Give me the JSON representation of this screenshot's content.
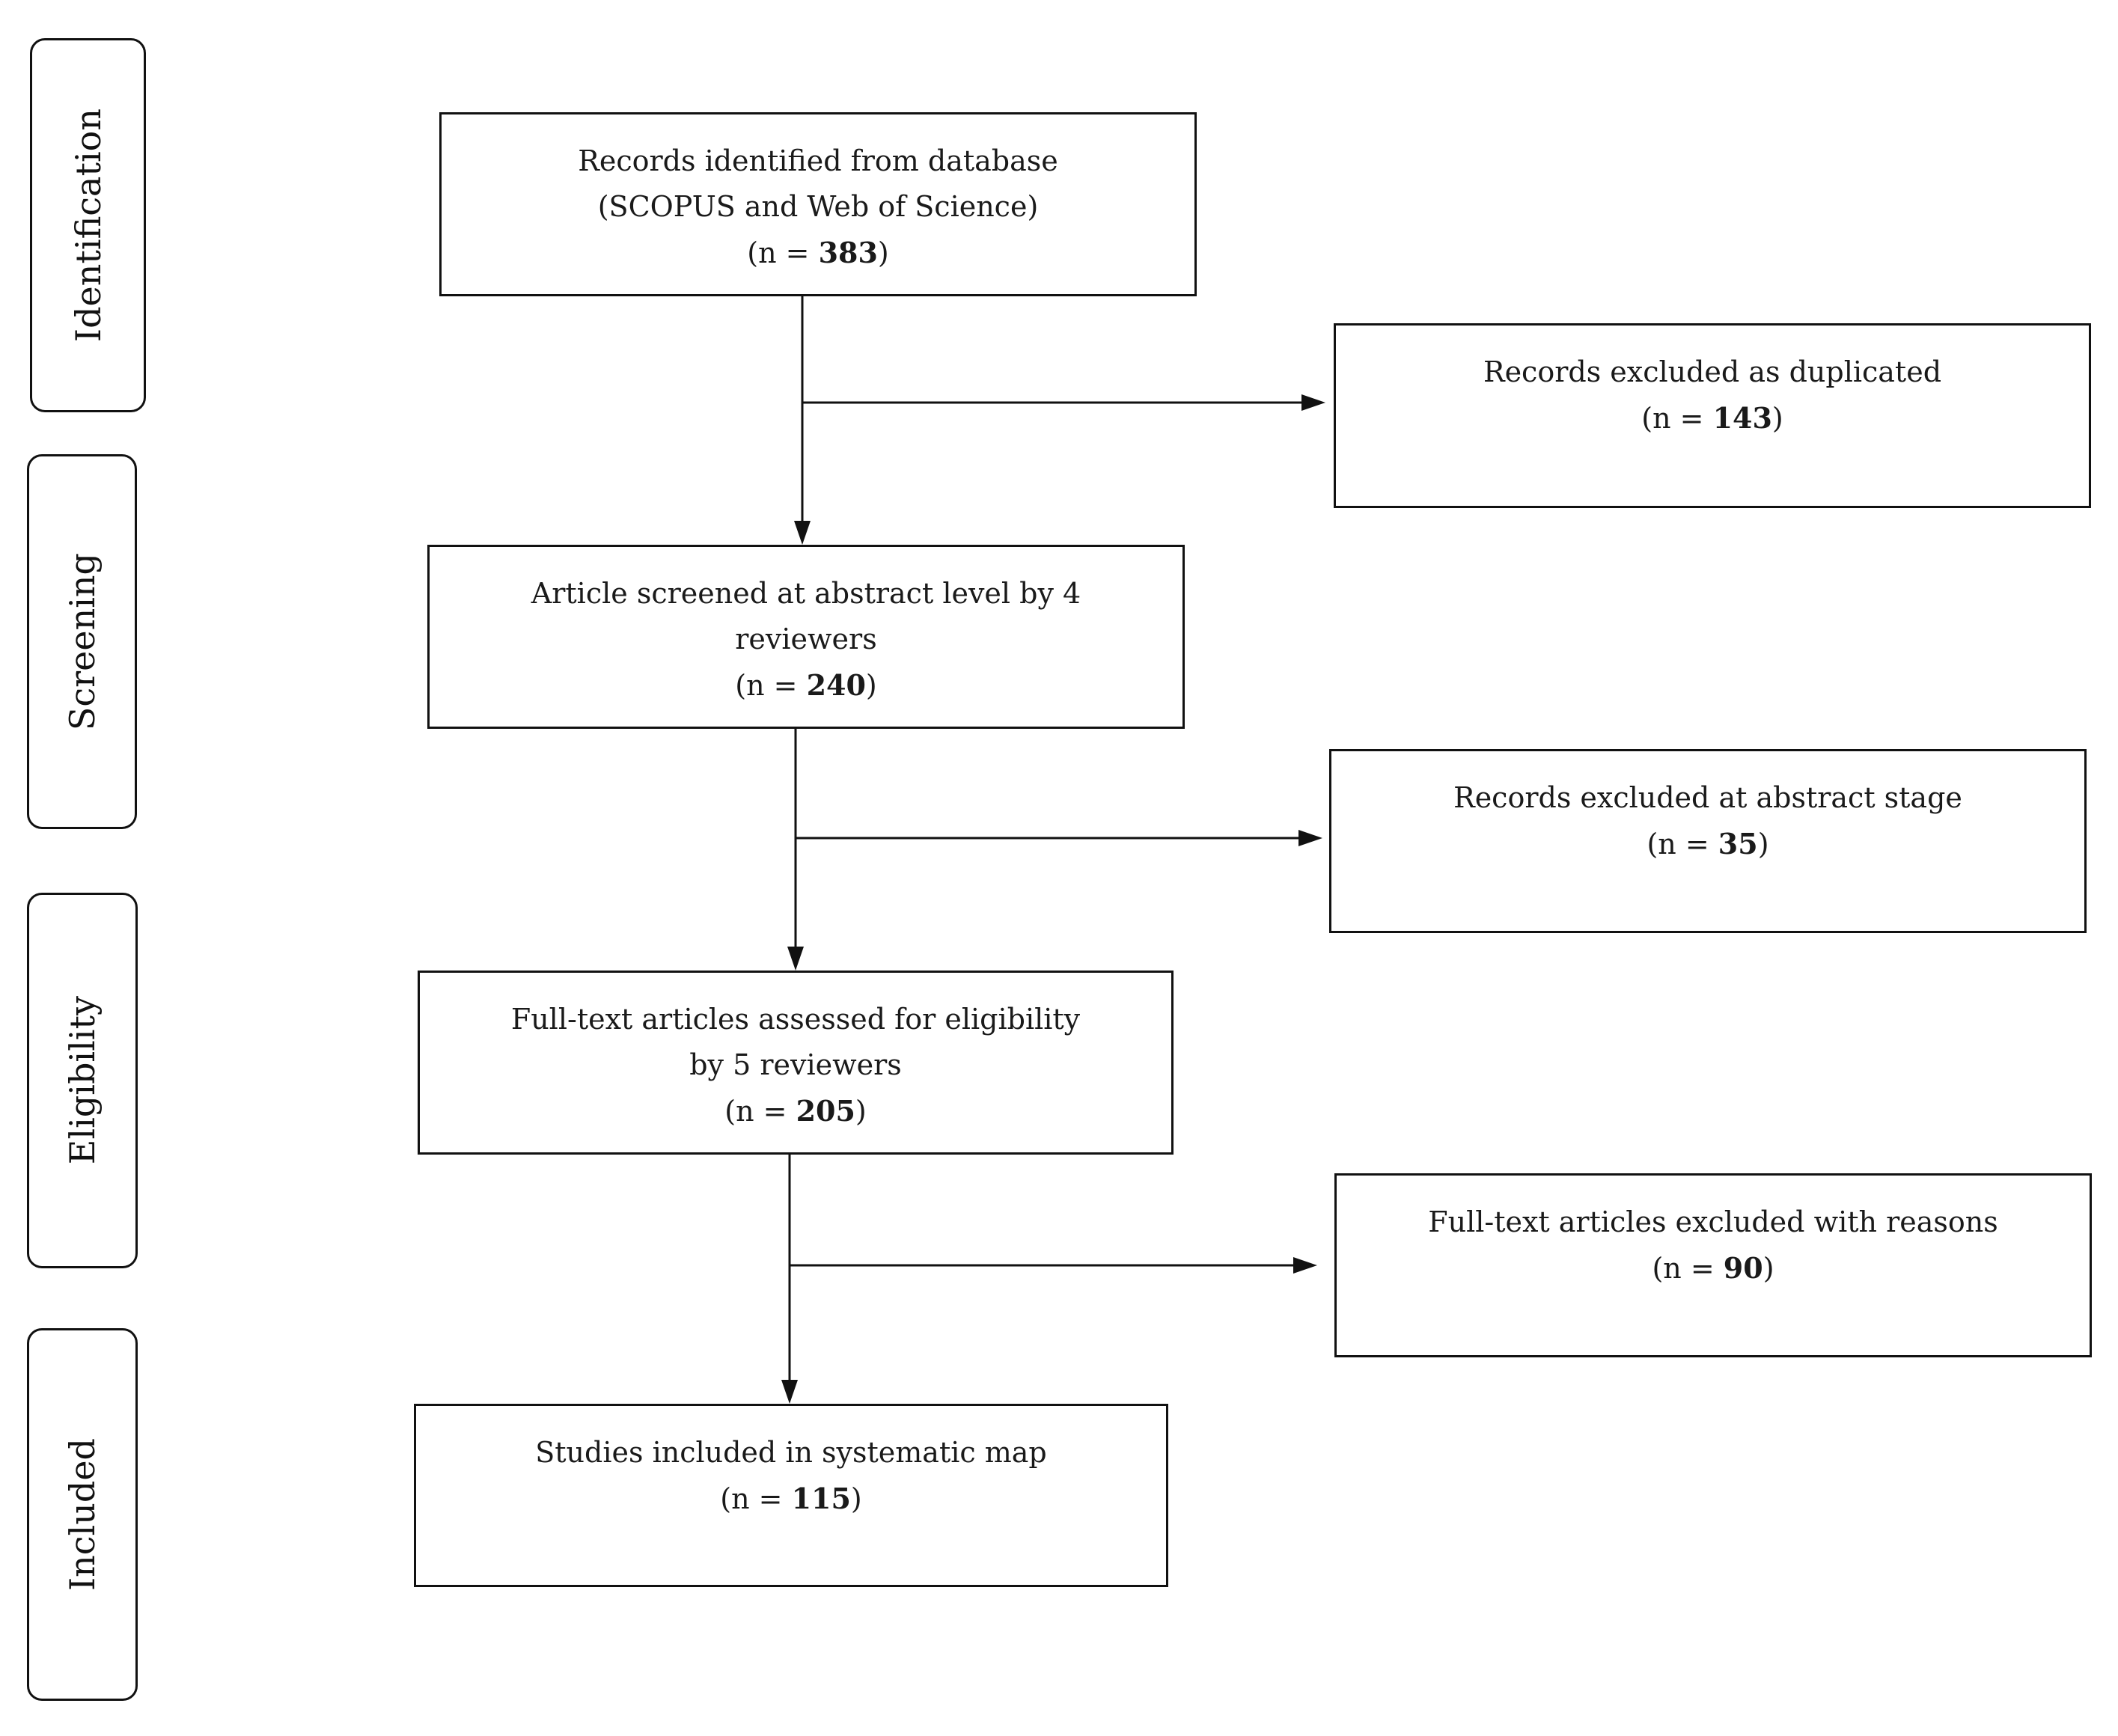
{
  "stages": {
    "identification": "Identification",
    "screening": "Screening",
    "eligibility": "Eligibility",
    "included": "Included"
  },
  "count_prefix": "(n =",
  "count_suffix": ")",
  "flow": {
    "identified": {
      "line1": "Records identified from database",
      "line2": "(SCOPUS and Web of Science)",
      "n": "383"
    },
    "screened": {
      "line1": "Article screened at abstract level by 4",
      "line2": "reviewers",
      "n": "240"
    },
    "assessed": {
      "line1": "Full-text articles assessed for eligibility",
      "line2": "by 5 reviewers",
      "n": "205"
    },
    "included": {
      "line1": "Studies included in systematic map",
      "n": "115"
    }
  },
  "exclusions": {
    "duplicates": {
      "line1": "Records excluded as duplicated",
      "n": "143"
    },
    "abstract": {
      "line1": "Records excluded at abstract stage",
      "n": "35"
    },
    "fulltext": {
      "line1": "Full-text articles excluded with reasons",
      "n": "90"
    }
  }
}
